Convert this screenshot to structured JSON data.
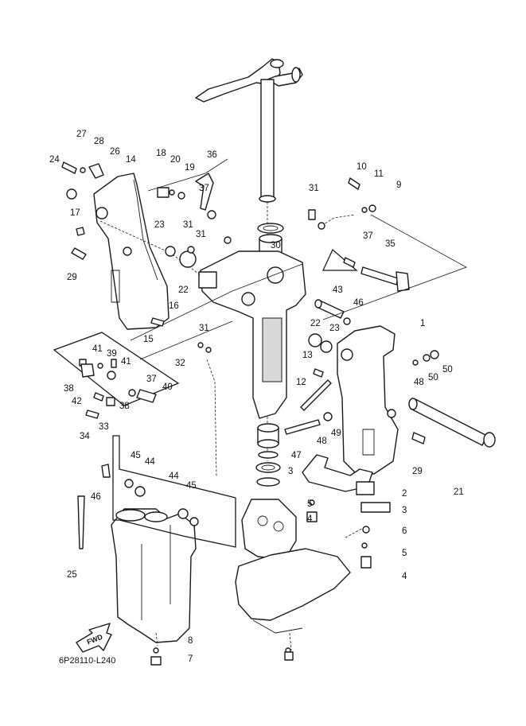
{
  "drawing_code": "6P28110-L240",
  "direction_label": "FWD",
  "callouts": [
    {
      "id": "c1",
      "text": "1"
    },
    {
      "id": "c2",
      "text": "2"
    },
    {
      "id": "c3a",
      "text": "3"
    },
    {
      "id": "c3b",
      "text": "3"
    },
    {
      "id": "c4a",
      "text": "4"
    },
    {
      "id": "c4b",
      "text": "4"
    },
    {
      "id": "c5a",
      "text": "5"
    },
    {
      "id": "c5b",
      "text": "5"
    },
    {
      "id": "c6",
      "text": "6"
    },
    {
      "id": "c7",
      "text": "7"
    },
    {
      "id": "c8",
      "text": "8"
    },
    {
      "id": "c9",
      "text": "9"
    },
    {
      "id": "c10",
      "text": "10"
    },
    {
      "id": "c11",
      "text": "11"
    },
    {
      "id": "c12",
      "text": "12"
    },
    {
      "id": "c13",
      "text": "13"
    },
    {
      "id": "c14",
      "text": "14"
    },
    {
      "id": "c15",
      "text": "15"
    },
    {
      "id": "c16",
      "text": "16"
    },
    {
      "id": "c17",
      "text": "17"
    },
    {
      "id": "c18",
      "text": "18"
    },
    {
      "id": "c19",
      "text": "19"
    },
    {
      "id": "c20",
      "text": "20"
    },
    {
      "id": "c21",
      "text": "21"
    },
    {
      "id": "c22a",
      "text": "22"
    },
    {
      "id": "c22b",
      "text": "22"
    },
    {
      "id": "c23a",
      "text": "23"
    },
    {
      "id": "c23b",
      "text": "23"
    },
    {
      "id": "c24",
      "text": "24"
    },
    {
      "id": "c25",
      "text": "25"
    },
    {
      "id": "c26",
      "text": "26"
    },
    {
      "id": "c27",
      "text": "27"
    },
    {
      "id": "c28",
      "text": "28"
    },
    {
      "id": "c29a",
      "text": "29"
    },
    {
      "id": "c29b",
      "text": "29"
    },
    {
      "id": "c30",
      "text": "30"
    },
    {
      "id": "c31a",
      "text": "31"
    },
    {
      "id": "c31b",
      "text": "31"
    },
    {
      "id": "c31c",
      "text": "31"
    },
    {
      "id": "c31d",
      "text": "31"
    },
    {
      "id": "c32",
      "text": "32"
    },
    {
      "id": "c33",
      "text": "33"
    },
    {
      "id": "c34",
      "text": "34"
    },
    {
      "id": "c35",
      "text": "35"
    },
    {
      "id": "c36",
      "text": "36"
    },
    {
      "id": "c37a",
      "text": "37"
    },
    {
      "id": "c37b",
      "text": "37"
    },
    {
      "id": "c37c",
      "text": "37"
    },
    {
      "id": "c38a",
      "text": "38"
    },
    {
      "id": "c38b",
      "text": "38"
    },
    {
      "id": "c39",
      "text": "39"
    },
    {
      "id": "c40",
      "text": "40"
    },
    {
      "id": "c41a",
      "text": "41"
    },
    {
      "id": "c41b",
      "text": "41"
    },
    {
      "id": "c42",
      "text": "42"
    },
    {
      "id": "c43",
      "text": "43"
    },
    {
      "id": "c44a",
      "text": "44"
    },
    {
      "id": "c44b",
      "text": "44"
    },
    {
      "id": "c45a",
      "text": "45"
    },
    {
      "id": "c45b",
      "text": "45"
    },
    {
      "id": "c46a",
      "text": "46"
    },
    {
      "id": "c46b",
      "text": "46"
    },
    {
      "id": "c47",
      "text": "47"
    },
    {
      "id": "c48a",
      "text": "48"
    },
    {
      "id": "c48b",
      "text": "48"
    },
    {
      "id": "c49",
      "text": "49"
    },
    {
      "id": "c50a",
      "text": "50"
    },
    {
      "id": "c50b",
      "text": "50"
    }
  ]
}
